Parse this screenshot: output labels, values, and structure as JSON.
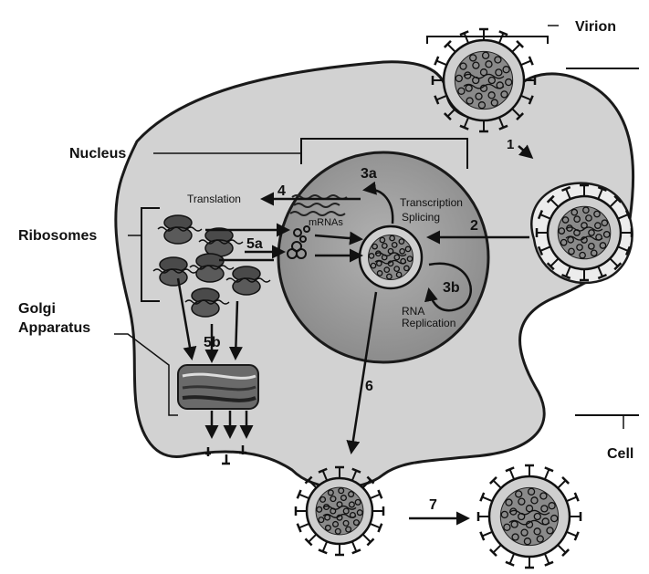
{
  "labels": {
    "virion": "Virion",
    "nucleus": "Nucleus",
    "ribosomes": "Ribosomes",
    "golgi_line1": "Golgi",
    "golgi_line2": "Apparatus",
    "cell": "Cell"
  },
  "process": {
    "translation": "Translation",
    "mrnas": "mRNAs",
    "transcription": "Transcription",
    "splicing": "Splicing",
    "rna": "RNA",
    "replication": "Replication"
  },
  "steps": {
    "s1": "1",
    "s2": "2",
    "s3a": "3a",
    "s3b": "3b",
    "s4": "4",
    "s5a": "5a",
    "s5b": "5b",
    "s6": "6",
    "s7": "7"
  },
  "colors": {
    "cell_fill": "#d2d2d2",
    "nucleus_fill": "#9a9a9a",
    "outline": "#1a1a1a",
    "virion_fill": "#8a8a8a"
  }
}
